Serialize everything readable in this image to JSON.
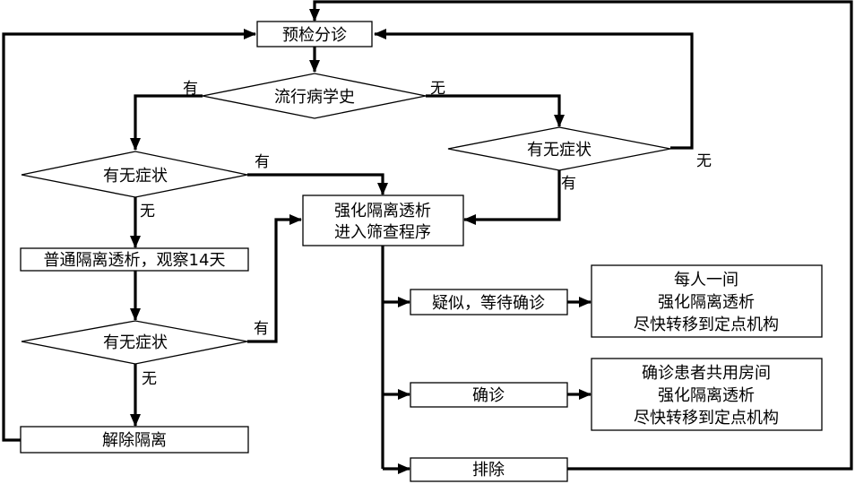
{
  "nodes": {
    "triage": "预检分诊",
    "epi_history": "流行病学史",
    "symptom_left": "有无症状",
    "symptom_right": "有无症状",
    "strengthen": [
      "强化隔离透析",
      "进入筛查程序"
    ],
    "normal_dialysis": "普通隔离透析，观察14天",
    "symptom_bottom": "有无症状",
    "release": "解除隔离",
    "suspected": "疑似，等待确诊",
    "confirmed": "确诊",
    "excluded": "排除",
    "suspected_action": [
      "每人一间",
      "强化隔离透析",
      "尽快转移到定点机构"
    ],
    "confirmed_action": [
      "确诊患者共用房间",
      "强化隔离透析",
      "尽快转移到定点机构"
    ]
  },
  "edge_labels": {
    "epi_yes": "有",
    "epi_no": "无",
    "left_yes": "有",
    "left_no": "无",
    "right_no": "无",
    "right_yes": "有",
    "bottom_yes": "有",
    "bottom_no": "无"
  }
}
